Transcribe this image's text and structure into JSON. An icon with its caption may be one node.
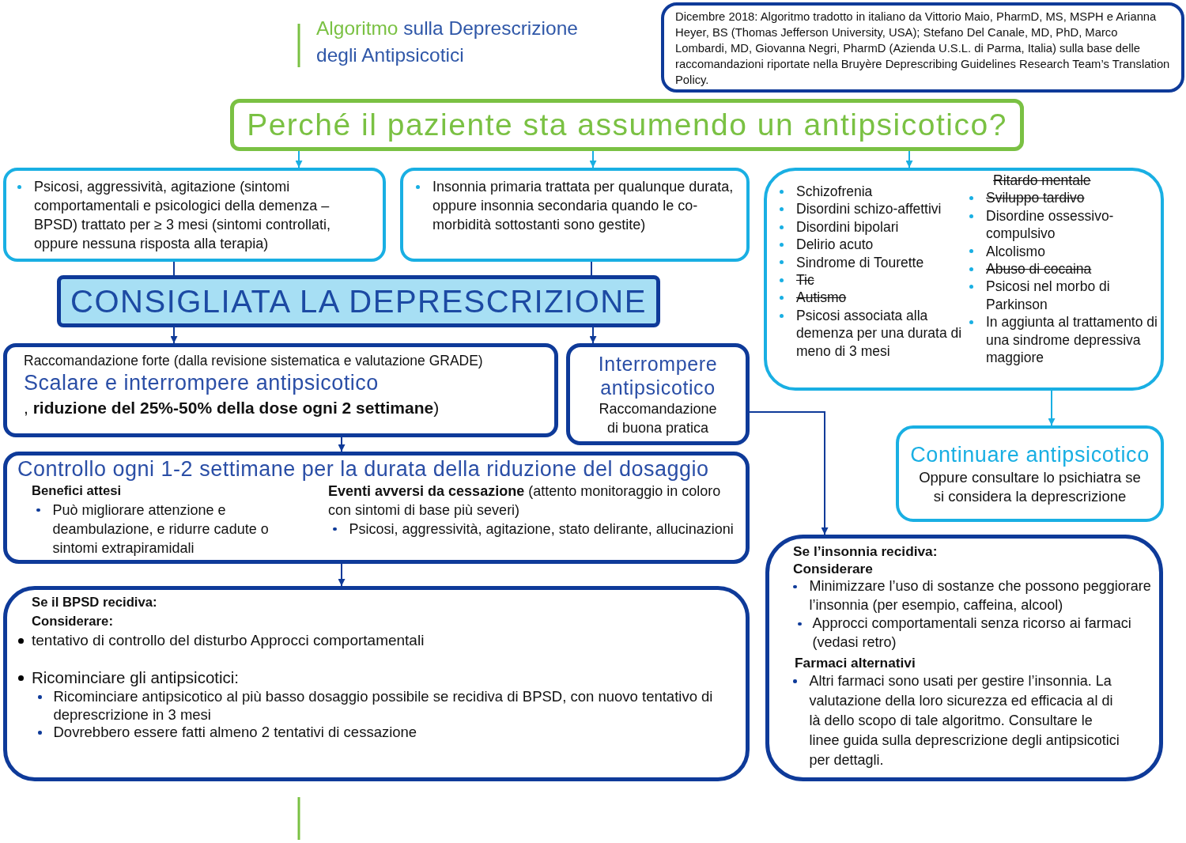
{
  "diagram": {
    "title": "Algoritmo sulla Deprescrizione degli Antipsicotici",
    "nodes": [
      {
        "text": [
          "Dicembre 2018: Algoritmo tradotto in italiano da Vittorio Maio, PharmD, MS, MSPH e Arianna Heyer, BS (Thomas Jefferson University, USA); Stefano Del Canale, MD, PhD, Marco Lombardi, MD, Giovanna Negri, PharmD (Azienda U.S.L. di Parma, Italia) sulla base delle raccomandazioni riportate nella Bruyère Deprescribing Guidelines Research Team’s Translation Policy."
        ]
      },
      {
        "text": [
          "Perché il paziente sta assumendo un antipsicotico?"
        ]
      },
      {
        "text": [
          "Psicosi, aggressività, agitazione (sintomi comportamentali e psicologici della demenza – BPSD) trattato per ≥ 3 mesi (sintomi controllati, oppure nessuna risposta alla terapia)"
        ]
      },
      {
        "text": [
          "Insonnia primaria trattata per qualunque durata, oppure insonnia secondaria quando le co-morbidità sottostanti sono gestite)"
        ]
      },
      {
        "text": [
          "Schizofrenia",
          "Disordini schizo-affettivi",
          "Disordini bipolari",
          "Delirio acuto",
          "Sindrome di Tourette",
          "Tic",
          "Autismo",
          "Psicosi associata alla demenza per una durata di meno di 3 mesi",
          "Ritardo mentale",
          "Sviluppo tardivo",
          "Disordine ossessivo-compulsivo",
          "Alcolismo",
          "Abuso di cocaina",
          "Psicosi nel morbo di Parkinson",
          "In aggiunta al trattamento di una sindrome depressiva maggiore"
        ]
      },
      {
        "text": [
          "CONSIGLIATA LA DEPRESCRIZIONE"
        ]
      },
      {
        "text": [
          "Raccomandazione forte (dalla revisione sistematica e valutazione GRADE)",
          "Scalare e interrompere antipsicotico",
          ", **riduzione del 25%-50% della dose ogni 2 settimane**)"
        ]
      },
      {
        "text": [
          "Interrompere antipsicotico",
          "Raccomandazione di buona pratica"
        ]
      },
      {
        "text": [
          "Controllo ogni 1-2 settimane per la durata della riduzione del dosaggio",
          "Benefici attesi",
          "Può migliorare attenzione e deambulazione, e ridurre cadute o sintomi extrapiramidali",
          "**Eventi avversi da cessazione** (attento monitoraggio in coloro con sintomi di base più severi)",
          "Psicosi, aggressività, agitazione, stato delirante, allucinazioni"
        ]
      },
      {
        "text": [
          "Continuare antipsicotico",
          "Oppure consultare lo psichiatra se si considera la deprescrizione"
        ]
      },
      {
        "text": [
          "Se il BPSD recidiva:",
          "Considerare:",
          "tentativo di controllo del disturbo Approcci comportamentali",
          "Ricominciare gli antipsicotici:",
          "Ricominciare antipsicotico al più basso dosaggio possibile se recidiva di BPSD, con nuovo tentativo di deprescrizione in 3 mesi",
          "Dovrebbero essere fatti almeno 2 tentativi di cessazione"
        ]
      },
      {
        "text": [
          "Se l’insonnia recidiva:",
          "Considerare",
          "Minimizzare l’uso di sostanze che possono peggiorare l’insonnia (per esempio, caffeina, alcool)",
          "Approcci comportamentali senza ricorso ai farmaci (vedasi retro)",
          "Farmaci alternativi",
          "Altri farmaci sono usati per gestire l’insonnia. La valutazione della loro sicurezza ed efficacia al di là dello scopo di tale algoritmo. Consultare le linee guida sulla deprescrizione degli antipsicotici per dettagli."
        ]
      }
    ],
    "edges": [
      {
        "from": 1,
        "to": 2,
        "arrow": "to",
        "color": "#19afe3"
      },
      {
        "from": 1,
        "to": 3,
        "arrow": "to",
        "color": "#19afe3"
      },
      {
        "from": 1,
        "to": 4,
        "arrow": "to",
        "color": "#19afe3"
      },
      {
        "from": 2,
        "to": 5,
        "arrow": "none"
      },
      {
        "from": 3,
        "to": 5,
        "arrow": "none"
      },
      {
        "from": 5,
        "to": 6,
        "arrow": "to"
      },
      {
        "from": 5,
        "to": 7,
        "arrow": "to"
      },
      {
        "from": 4,
        "to": 9,
        "arrow": "to",
        "color": "#19afe3"
      },
      {
        "from": 6,
        "to": 8,
        "arrow": "to"
      },
      {
        "from": 8,
        "to": 10,
        "arrow": "to"
      },
      {
        "from": 7,
        "to": 11,
        "arrow": "to"
      }
    ]
  }
}
